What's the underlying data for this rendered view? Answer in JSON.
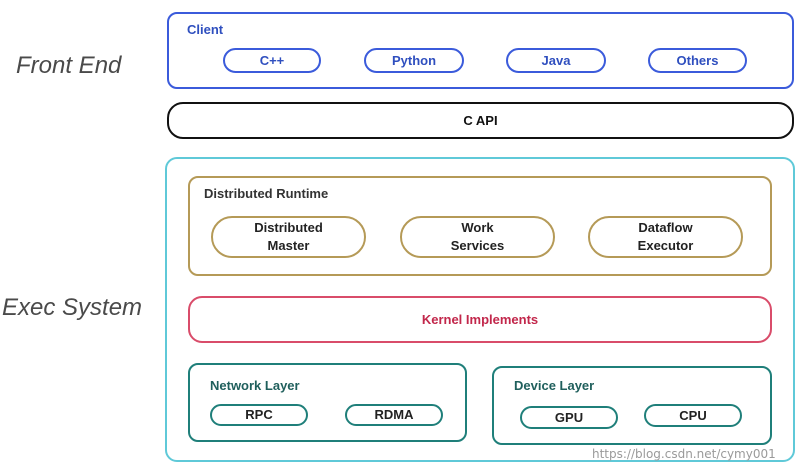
{
  "side_labels": {
    "front_end": "Front End",
    "exec_system": "Exec System"
  },
  "client": {
    "title": "Client",
    "items": [
      "C++",
      "Python",
      "Java",
      "Others"
    ]
  },
  "c_api": "C API",
  "distributed_runtime": {
    "title": "Distributed Runtime",
    "items": [
      {
        "line1": "Distributed",
        "line2": "Master"
      },
      {
        "line1": "Work",
        "line2": "Services"
      },
      {
        "line1": "Dataflow",
        "line2": "Executor"
      }
    ]
  },
  "kernel": "Kernel Implements",
  "network_layer": {
    "title": "Network Layer",
    "items": [
      "RPC",
      "RDMA"
    ]
  },
  "device_layer": {
    "title": "Device Layer",
    "items": [
      "GPU",
      "CPU"
    ]
  },
  "watermark": "https://blog.csdn.net/cymy001",
  "colors": {
    "client": "#3b5bdb",
    "c_api": "#111111",
    "exec_system": "#5fc9d8",
    "runtime": "#b59a57",
    "kernel": "#d94c6a",
    "layers": "#1f7f7a"
  }
}
